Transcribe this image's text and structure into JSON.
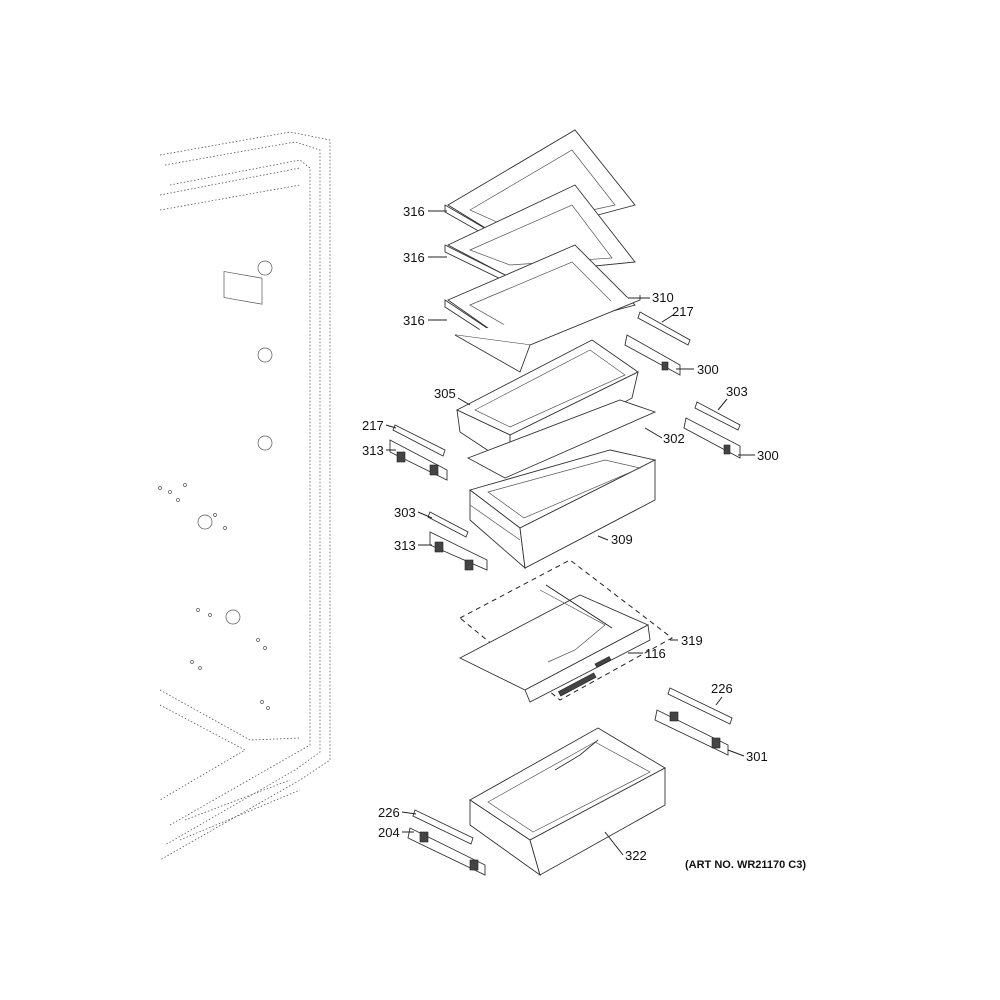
{
  "callouts": {
    "c316a": "316",
    "c316b": "316",
    "c316c": "316",
    "c310": "310",
    "c217a": "217",
    "c300a": "300",
    "c305": "305",
    "c303a": "303",
    "c217b": "217",
    "c302": "302",
    "c313a": "313",
    "c300b": "300",
    "c303b": "303",
    "c309": "309",
    "c313b": "313",
    "c319": "319",
    "c116": "116",
    "c226a": "226",
    "c301": "301",
    "c226b": "226",
    "c204": "204",
    "c322": "322"
  },
  "art_number": "(ART NO. WR21170 C3)"
}
